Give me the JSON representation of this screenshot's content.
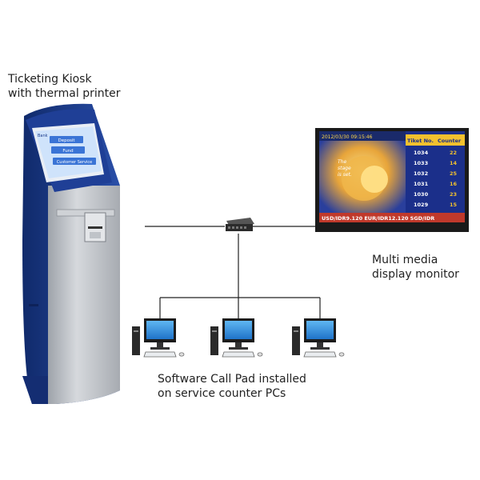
{
  "labels": {
    "kiosk": [
      "Ticketing Kiosk",
      "with thermal printer"
    ],
    "monitor": [
      "Multi media",
      "display monitor"
    ],
    "pcs": [
      "Software Call Pad installed",
      "on service counter PCs"
    ]
  },
  "kiosk_screen": {
    "brand": "Bank",
    "buttons": [
      "Deposit",
      "Fund",
      "Customer Service"
    ]
  },
  "display": {
    "datetime": "2012/03/30  09:15:46",
    "banner_lines": [
      "The",
      "stage",
      "is set."
    ],
    "col_ticket": "Tiket No.",
    "col_counter": "Counter",
    "rows": [
      {
        "ticket": "1034",
        "counter": "22"
      },
      {
        "ticket": "1033",
        "counter": "14"
      },
      {
        "ticket": "1032",
        "counter": "25"
      },
      {
        "ticket": "1031",
        "counter": "16"
      },
      {
        "ticket": "1030",
        "counter": "23"
      },
      {
        "ticket": "1029",
        "counter": "15"
      }
    ],
    "ticker": "USD/IDR9.120   EUR/IDR12.120   SGD/IDR"
  },
  "colors": {
    "kiosk_blue": "#1c3c8c",
    "kiosk_silver": "#b8bcc2",
    "screen_blue": "#3a74d6",
    "screen_bg": "#cfe3fb",
    "monitor_bezel": "#1a1a1a",
    "table_bg": "#1b2f8a",
    "table_accent": "#f2c12e",
    "ticker_bg": "#c0392b",
    "pc_blue": "#2a8bdc",
    "line": "#222222"
  }
}
